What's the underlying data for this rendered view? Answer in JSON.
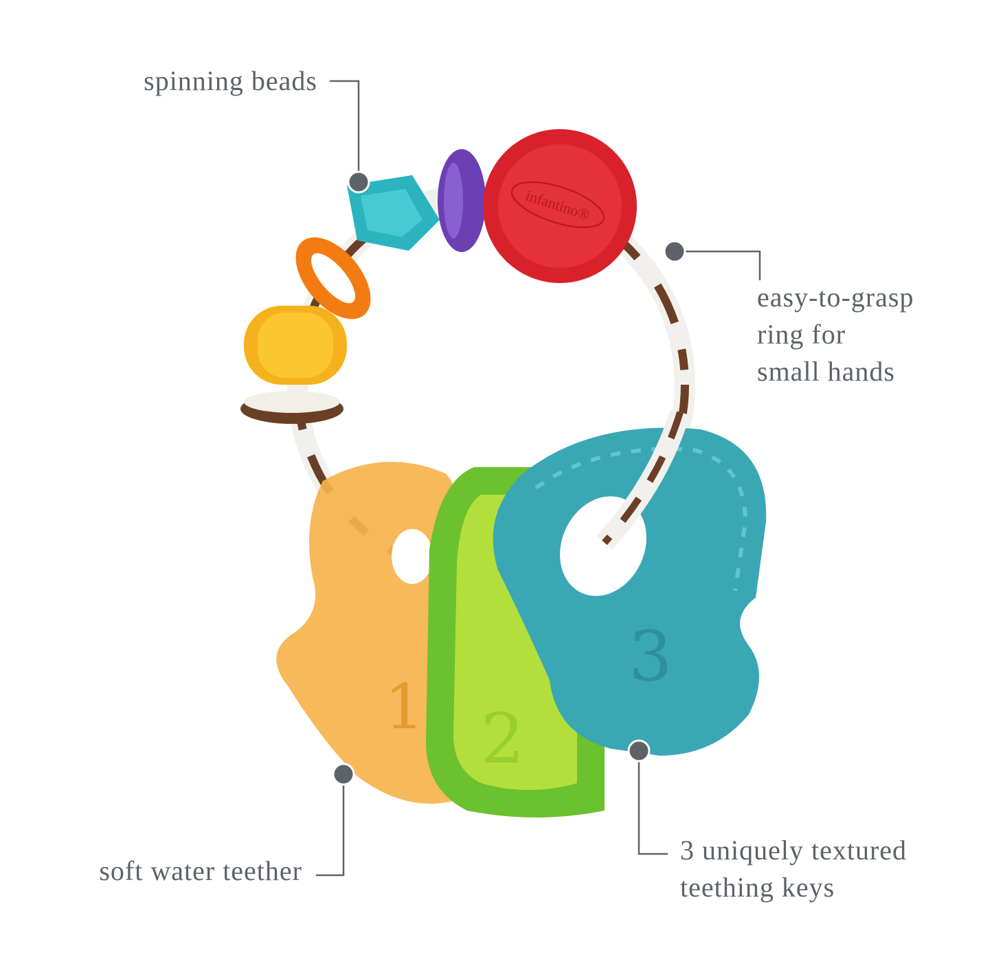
{
  "callouts": {
    "beads": "spinning beads",
    "ring": [
      "easy-to-grasp",
      "ring for",
      "small hands"
    ],
    "teether": "soft water teether",
    "keys": [
      "3 uniquely textured",
      "teething keys"
    ]
  },
  "product": {
    "brand_logo": "infantino®",
    "key_numbers": [
      "1",
      "2",
      "3"
    ]
  },
  "colors": {
    "text": "#5d6269",
    "leader": "#5d6269",
    "red": "#e0262f",
    "teal": "#3aa7b4",
    "green": "#7cc83a",
    "orange": "#f4a83a",
    "purple": "#6b3fb0",
    "brown": "#6b3e26"
  }
}
